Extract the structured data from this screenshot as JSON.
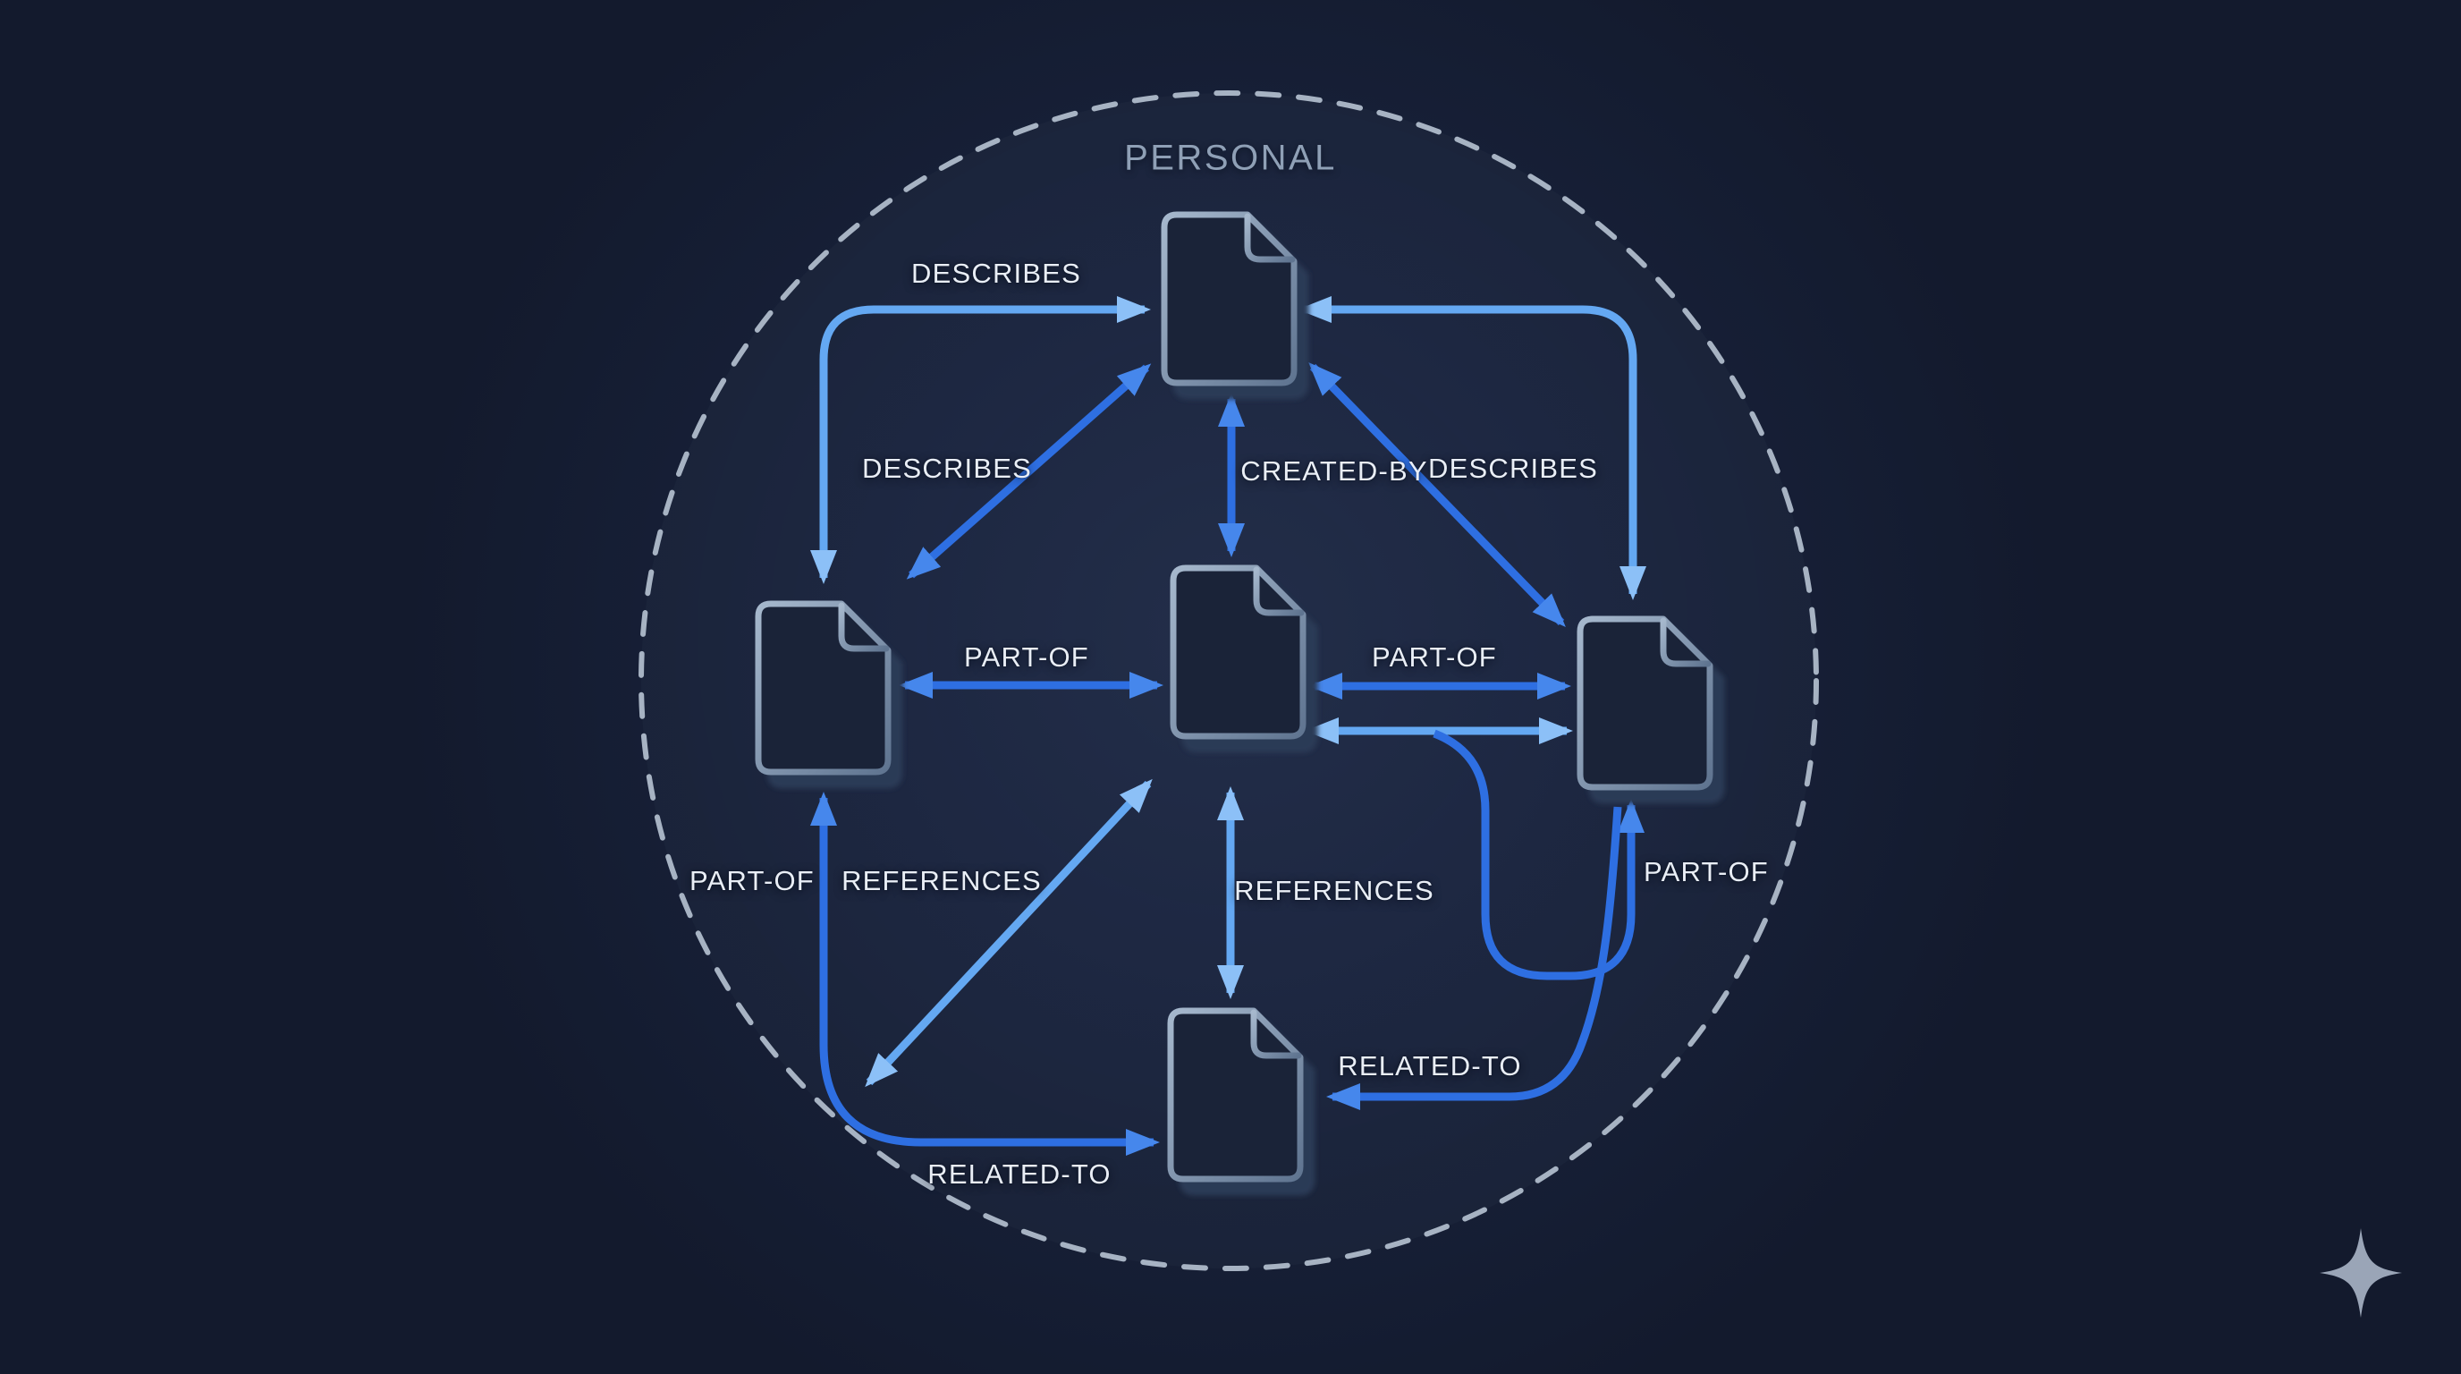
{
  "diagram": {
    "region_label": "PERSONAL",
    "nodes": [
      {
        "id": "top-document",
        "icon": "document-icon"
      },
      {
        "id": "left-document",
        "icon": "document-icon"
      },
      {
        "id": "center-document",
        "icon": "document-icon"
      },
      {
        "id": "right-document",
        "icon": "document-icon"
      },
      {
        "id": "bottom-document",
        "icon": "document-icon"
      }
    ],
    "edge_labels": {
      "describes_top": "DESCRIBES",
      "describes_left_diagonal": "DESCRIBES",
      "describes_right_diagonal": "DESCRIBES",
      "created_by": "CREATED-BY",
      "part_of_mid_left": "PART-OF",
      "part_of_mid_right": "PART-OF",
      "part_of_lower_left": "PART-OF",
      "part_of_lower_right": "PART-OF",
      "references_diagonal": "REFERENCES",
      "references_center": "REFERENCES",
      "related_to_bottom": "RELATED-TO",
      "related_to_right": "RELATED-TO"
    },
    "edges": [
      {
        "labels": [
          "DESCRIBES"
        ],
        "between": [
          "left-document",
          "top-document"
        ],
        "shape": "elbow",
        "arrowheads": "both"
      },
      {
        "labels": [
          "DESCRIBES"
        ],
        "between": [
          "left-document",
          "top-document"
        ],
        "shape": "diagonal",
        "arrowheads": "both"
      },
      {
        "labels": [
          "DESCRIBES"
        ],
        "between": [
          "top-document",
          "right-document"
        ],
        "shape": "diagonal",
        "arrowheads": "both"
      },
      {
        "labels": [],
        "between": [
          "top-document",
          "right-document"
        ],
        "shape": "elbow",
        "arrowheads": "both"
      },
      {
        "labels": [
          "CREATED-BY"
        ],
        "between": [
          "top-document",
          "center-document"
        ],
        "shape": "straight-vertical",
        "arrowheads": "both"
      },
      {
        "labels": [
          "PART-OF"
        ],
        "between": [
          "left-document",
          "center-document"
        ],
        "shape": "straight-horizontal",
        "arrowheads": "both"
      },
      {
        "labels": [
          "PART-OF"
        ],
        "between": [
          "center-document",
          "right-document"
        ],
        "shape": "straight-horizontal",
        "arrowheads": "both"
      },
      {
        "labels": [],
        "between": [
          "center-document",
          "right-document"
        ],
        "shape": "straight-horizontal-lower",
        "arrowheads": "both"
      },
      {
        "labels": [
          "PART-OF"
        ],
        "between": [
          "lower-horizontal-edge",
          "right-document"
        ],
        "shape": "u-turn",
        "arrowheads": "end"
      },
      {
        "labels": [
          "RELATED-TO"
        ],
        "between": [
          "right-document",
          "bottom-document"
        ],
        "shape": "curve",
        "arrowheads": "end"
      },
      {
        "labels": [
          "REFERENCES"
        ],
        "between": [
          "center-document",
          "bottom-document"
        ],
        "shape": "straight-vertical",
        "arrowheads": "both"
      },
      {
        "labels": [
          "REFERENCES"
        ],
        "between": [
          "bottom-document",
          "center-document"
        ],
        "shape": "diagonal",
        "arrowheads": "both"
      },
      {
        "labels": [
          "PART-OF",
          "RELATED-TO"
        ],
        "between": [
          "bottom-document",
          "left-document"
        ],
        "shape": "elbow",
        "arrowheads": "both"
      }
    ],
    "colors": {
      "background": "#151c2e",
      "circle_interior": "#1d2539",
      "circle_dash": "#b4c0d0",
      "arrow_primary": "#2e6fe2",
      "arrow_light": "#64a8f2",
      "node_outline": "#94a9c0",
      "node_fill": "#1a2338",
      "node_shadow": "#2b3a56",
      "label_text": "#e9eef6",
      "zone_text": "#8fa0b6",
      "logo": "#9aa5b7"
    },
    "branding": {
      "logo_icon": "sparkle-icon"
    }
  }
}
